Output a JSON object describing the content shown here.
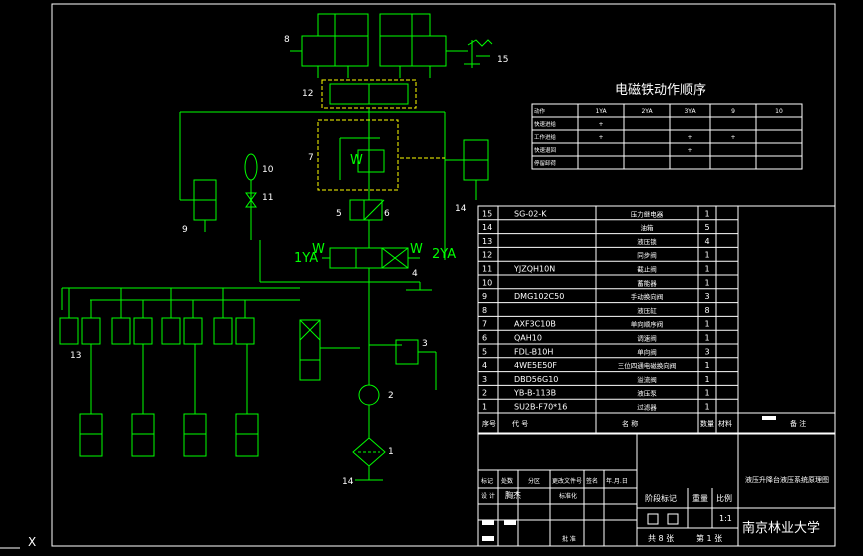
{
  "sequence_title": "电磁铁动作顺序",
  "sequence_table": {
    "headers": [
      "动作",
      "1YA",
      "2YA",
      "3YA",
      "9",
      "10"
    ],
    "rows": [
      [
        "快速进给",
        "+",
        "",
        "",
        "",
        ""
      ],
      [
        "工作进给",
        "+",
        "",
        "+",
        "+",
        ""
      ],
      [
        "快速退回",
        "",
        "",
        "+",
        "",
        ""
      ],
      [
        "停留卸荷",
        "",
        "",
        "",
        "",
        ""
      ]
    ]
  },
  "parts": [
    {
      "no": "15",
      "code": "SG-02-K",
      "name": "压力继电器",
      "qty": "1"
    },
    {
      "no": "14",
      "code": "",
      "name": "油箱",
      "qty": "5"
    },
    {
      "no": "13",
      "code": "",
      "name": "液压锁",
      "qty": "4"
    },
    {
      "no": "12",
      "code": "",
      "name": "同步阀",
      "qty": "1"
    },
    {
      "no": "11",
      "code": "YJZQH10N",
      "name": "截止阀",
      "qty": "1"
    },
    {
      "no": "10",
      "code": "",
      "name": "蓄能器",
      "qty": "1"
    },
    {
      "no": "9",
      "code": "DMG102C50",
      "name": "手动换向阀",
      "qty": "3"
    },
    {
      "no": "8",
      "code": "",
      "name": "液压缸",
      "qty": "8"
    },
    {
      "no": "7",
      "code": "AXF3C10B",
      "name": "单向顺序阀",
      "qty": "1"
    },
    {
      "no": "6",
      "code": "QAH10",
      "name": "调速阀",
      "qty": "1"
    },
    {
      "no": "5",
      "code": "FDL-B10H",
      "name": "单向阀",
      "qty": "3"
    },
    {
      "no": "4",
      "code": "4WE5E50F",
      "name": "三位四通电磁换向阀",
      "qty": "1"
    },
    {
      "no": "3",
      "code": "DBD56G10",
      "name": "溢流阀",
      "qty": "1"
    },
    {
      "no": "2",
      "code": "YB-B-113B",
      "name": "液压泵",
      "qty": "1"
    },
    {
      "no": "1",
      "code": "SU2B-F70*16",
      "name": "过滤器",
      "qty": "1"
    }
  ],
  "parts_header": {
    "no": "序号",
    "code": "代  号",
    "name": "名  称",
    "qty": "数量",
    "material": "材料",
    "remark": "备  注"
  },
  "title_block": {
    "labels_row1": [
      "标记",
      "处数",
      "分区",
      "更改文件号",
      "签名",
      "年.月.日"
    ],
    "design": "设 计",
    "drawn": "胸杰",
    "standard": "标准化",
    "stage_mark": "阶段标记",
    "weight": "重量",
    "scale": "比例",
    "scale_value": "1:1",
    "sheets": "共 8 张",
    "sheet": "第 1 张",
    "approve": "批 准",
    "drawing_title": "液压升降台液压系统原理图",
    "school": "南京林业大学"
  },
  "labels": {
    "n8": "8",
    "n12": "12",
    "n15": "15",
    "n10": "10",
    "n11": "11",
    "n7": "7",
    "n9": "9",
    "n5": "5",
    "n6": "6",
    "n4": "4",
    "n13": "13",
    "n3": "3",
    "n2": "2",
    "n1": "1",
    "n14": "14",
    "ya1": "1YA",
    "ya2": "2YA",
    "coil_w1": "W",
    "coil_w2": "W",
    "valve_w": "W"
  },
  "colors": {
    "line": "#00ff00",
    "dash": "#ffff00",
    "text": "#ffffff",
    "frame": "#ffffff",
    "bg": "#000000"
  }
}
